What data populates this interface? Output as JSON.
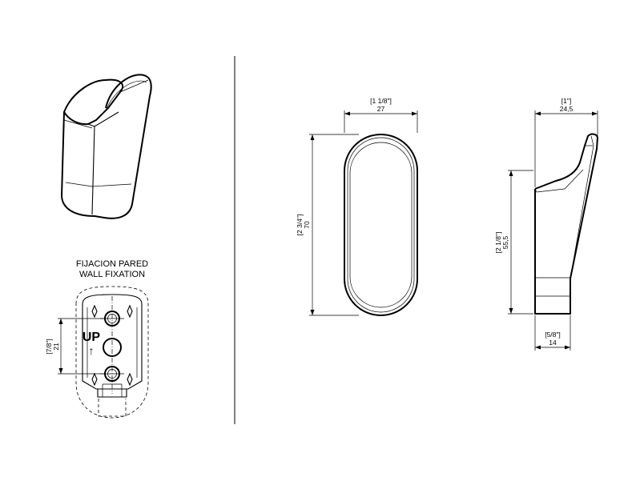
{
  "wall_fixation": {
    "title_es": "FIJACION PARED",
    "title_en": "WALL FIXATION",
    "up_label": "UP",
    "up_arrow": "↑",
    "dim_imperial": "[7/8\"]",
    "dim_metric": "21"
  },
  "front_view": {
    "width_imperial": "[1 1/8\"]",
    "width_metric": "27",
    "height_imperial": "[2 3/4\"]",
    "height_metric": "70"
  },
  "side_view": {
    "depth_imperial": "[1\"]",
    "depth_metric": "24,5",
    "height_imperial": "[2 1/8\"]",
    "height_metric": "55,5",
    "base_imperial": "[5/8\"]",
    "base_metric": "14"
  },
  "icons": [
    "arrow-up-icon"
  ]
}
